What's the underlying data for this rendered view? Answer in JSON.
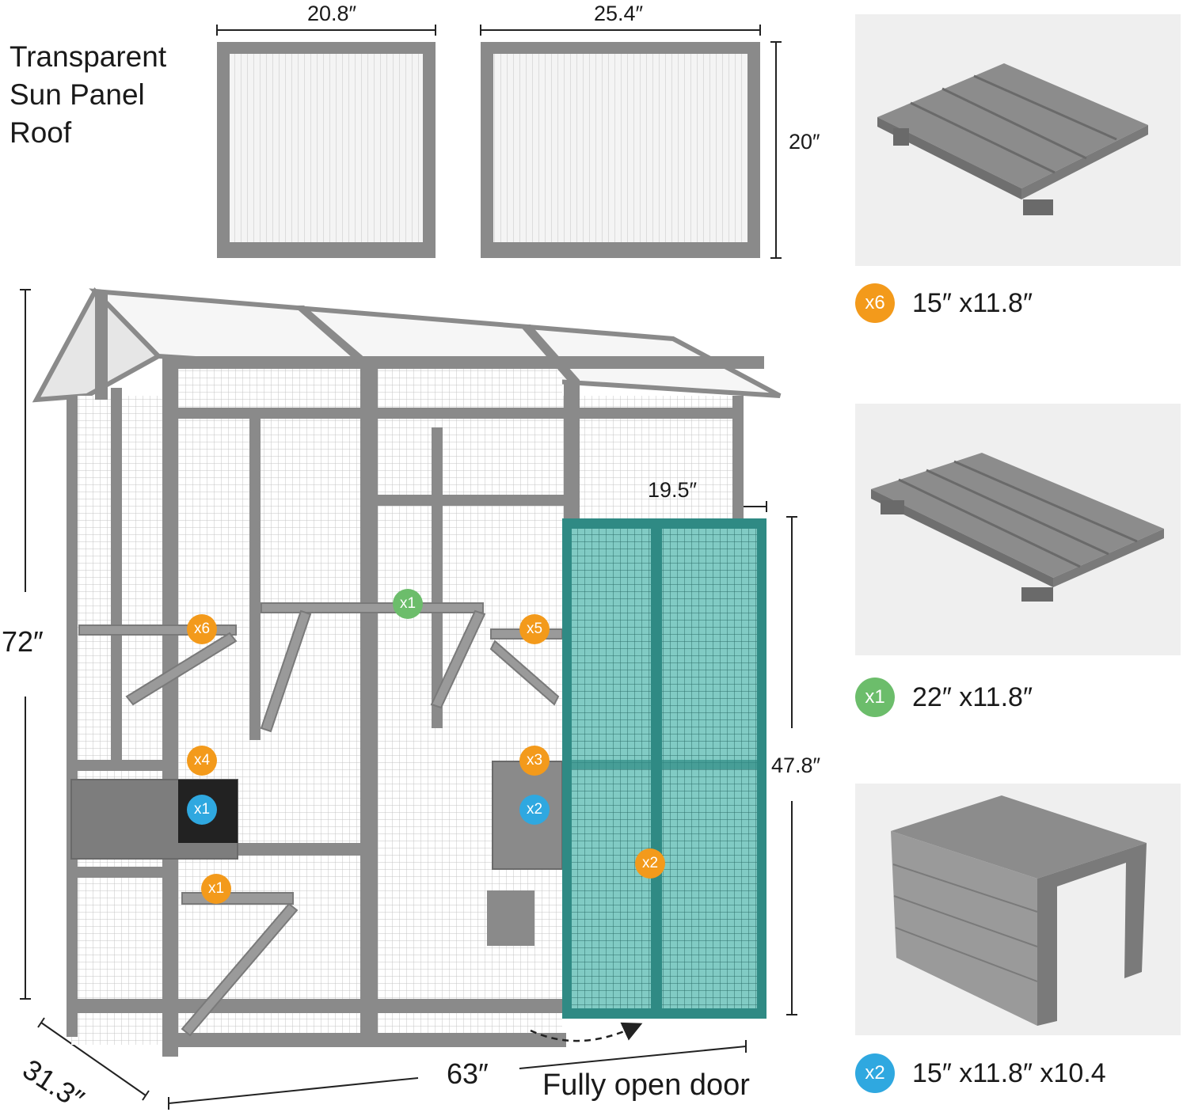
{
  "roof": {
    "title_lines": [
      "Transparent",
      "Sun Panel",
      "Roof"
    ],
    "panel_left_width": "20.8″",
    "panel_right_width": "25.4″",
    "panel_height": "20″"
  },
  "dimensions": {
    "height": "72″",
    "depth": "31.3″",
    "width": "63″",
    "door_width": "19.5″",
    "door_height": "47.8″"
  },
  "door_caption": "Fully open door",
  "colors": {
    "orange": "#f39a1b",
    "green": "#6cbd6b",
    "blue": "#2fa8e0",
    "frame": "#7d7d7d",
    "door": "#2f8a84"
  },
  "badges": [
    {
      "label": "x6",
      "color": "orange"
    },
    {
      "label": "x4",
      "color": "orange"
    },
    {
      "label": "x1",
      "color": "blue"
    },
    {
      "label": "x1",
      "color": "orange"
    },
    {
      "label": "x1",
      "color": "green"
    },
    {
      "label": "x5",
      "color": "orange"
    },
    {
      "label": "x3",
      "color": "orange"
    },
    {
      "label": "x2",
      "color": "blue"
    },
    {
      "label": "x2",
      "color": "orange"
    }
  ],
  "specs": [
    {
      "count": "x6",
      "color": "orange",
      "size": "15″ x11.8″"
    },
    {
      "count": "x1",
      "color": "green",
      "size": "22″ x11.8″"
    },
    {
      "count": "x2",
      "color": "blue",
      "size": "15″ x11.8″ x10.4"
    }
  ]
}
